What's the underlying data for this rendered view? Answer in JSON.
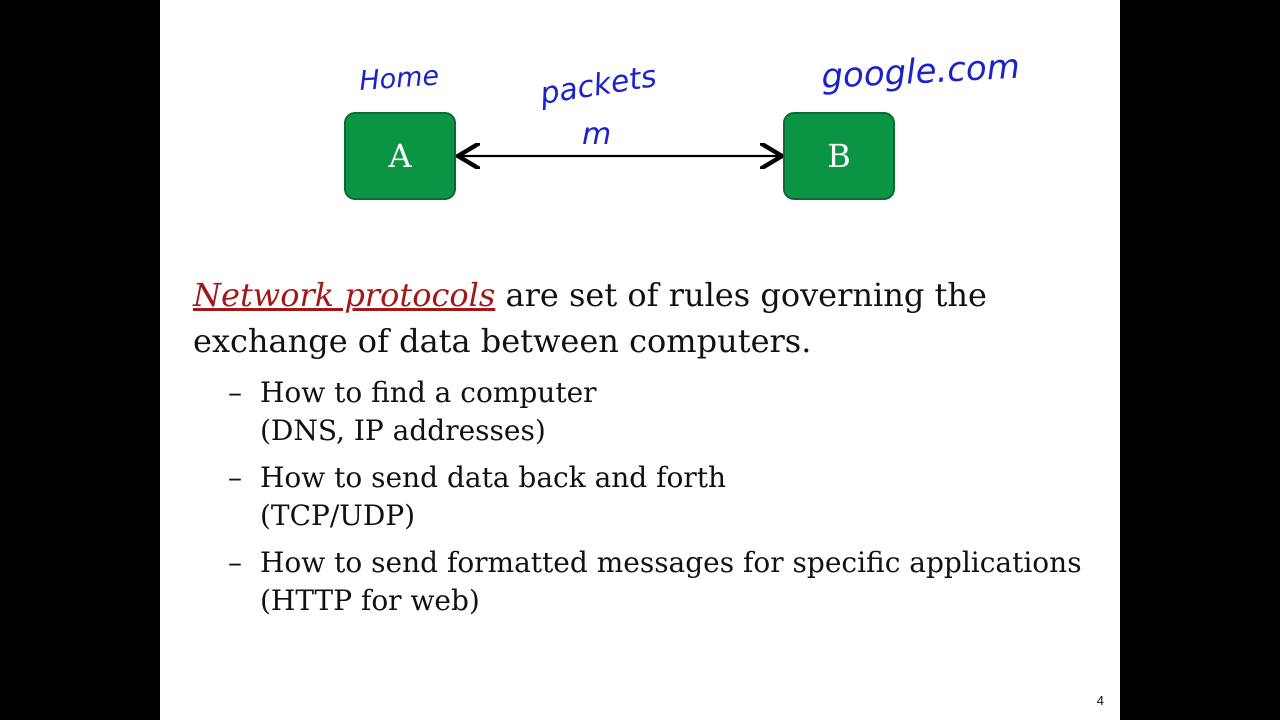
{
  "diagram": {
    "node_a_label": "A",
    "node_b_label": "B",
    "annotations": {
      "home": "Home",
      "packets": "packets",
      "m": "m",
      "google": "google.com"
    }
  },
  "definition": {
    "term": "Network protocols",
    "rest": " are set of rules governing the exchange of data between computers."
  },
  "bullets": [
    {
      "dash": "–",
      "line1": "How to find a computer",
      "line2": "(DNS, IP addresses)"
    },
    {
      "dash": "–",
      "line1": "How to send data back and forth",
      "line2": "(TCP/UDP)"
    },
    {
      "dash": "–",
      "line1": "How to send formatted messages for specific applications",
      "line2": "(HTTP for web)"
    }
  ],
  "page_number": "4",
  "colors": {
    "node_fill": "#0b9444",
    "term": "#a01818",
    "ink": "#1a22c8"
  }
}
